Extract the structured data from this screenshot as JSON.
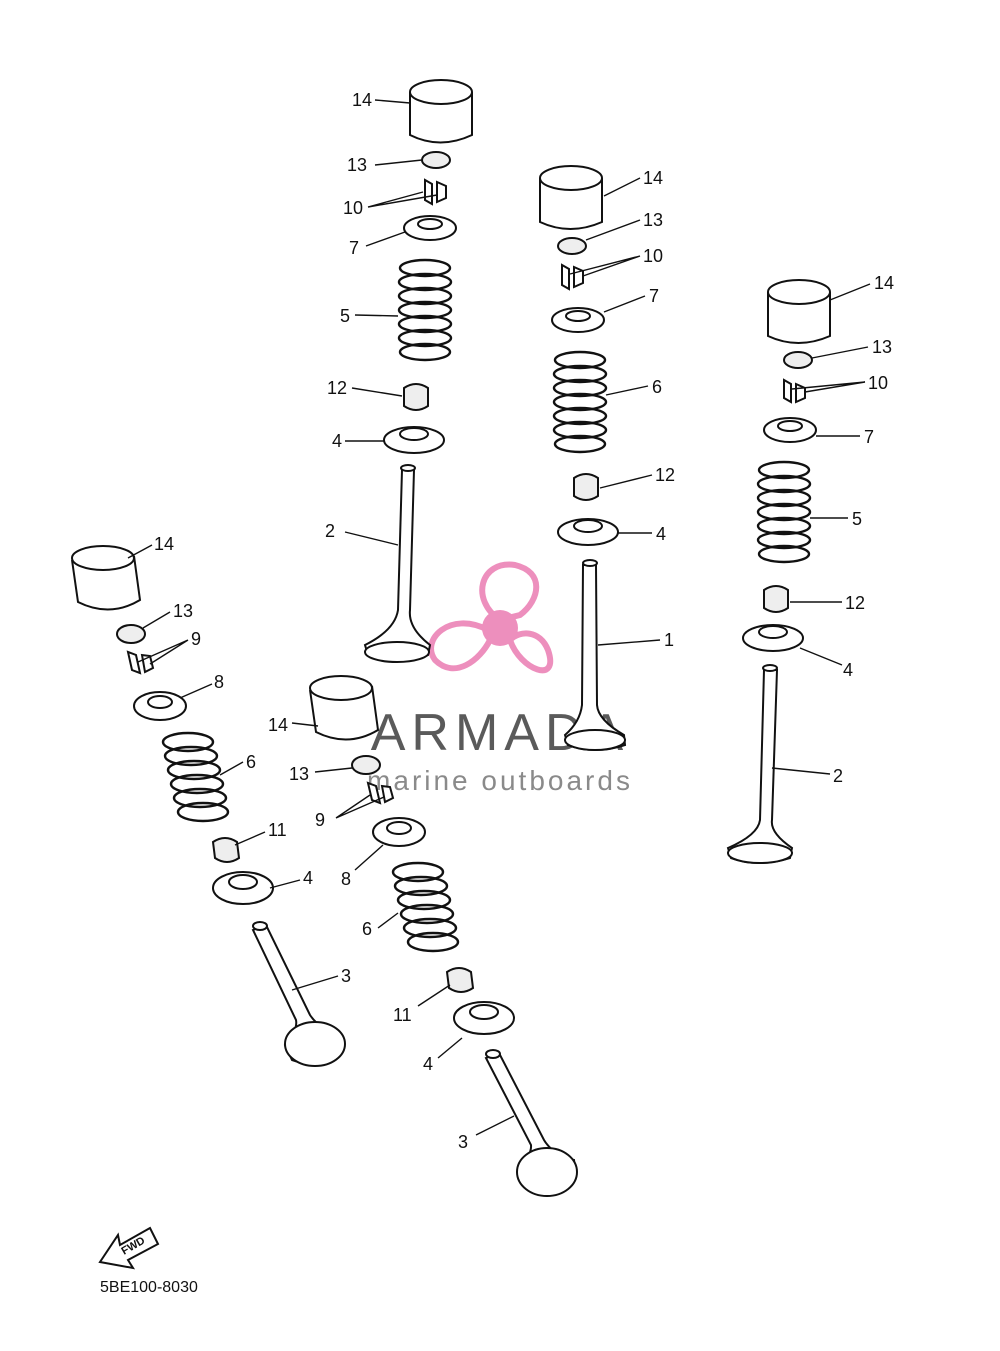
{
  "watermark": {
    "brand": "ARMADA",
    "tagline": "marine outboards",
    "logo_icon": "propeller-logo-icon",
    "logo_color": "#e86aa8"
  },
  "fwd_arrow": {
    "label": "FWD",
    "icon": "fwd-arrow-icon"
  },
  "drawing_code": "5BE100-8030",
  "callouts": {
    "a": {
      "c14": "14",
      "c13": "13",
      "c10": "10",
      "c7": "7",
      "c5": "5",
      "c12": "12",
      "c4": "4",
      "c2": "2"
    },
    "b": {
      "c14": "14",
      "c13": "13",
      "c10": "10",
      "c7": "7",
      "c6": "6",
      "c12": "12",
      "c4": "4",
      "c1": "1"
    },
    "c": {
      "c14": "14",
      "c13": "13",
      "c10": "10",
      "c7": "7",
      "c5": "5",
      "c12": "12",
      "c4": "4",
      "c2": "2"
    },
    "d": {
      "c14": "14",
      "c13": "13",
      "c9": "9",
      "c8": "8",
      "c6": "6",
      "c11": "11",
      "c4": "4",
      "c3": "3"
    },
    "e": {
      "c14": "14",
      "c13": "13",
      "c9": "9",
      "c8": "8",
      "c6": "6",
      "c11": "11",
      "c4": "4",
      "c3": "3"
    }
  }
}
